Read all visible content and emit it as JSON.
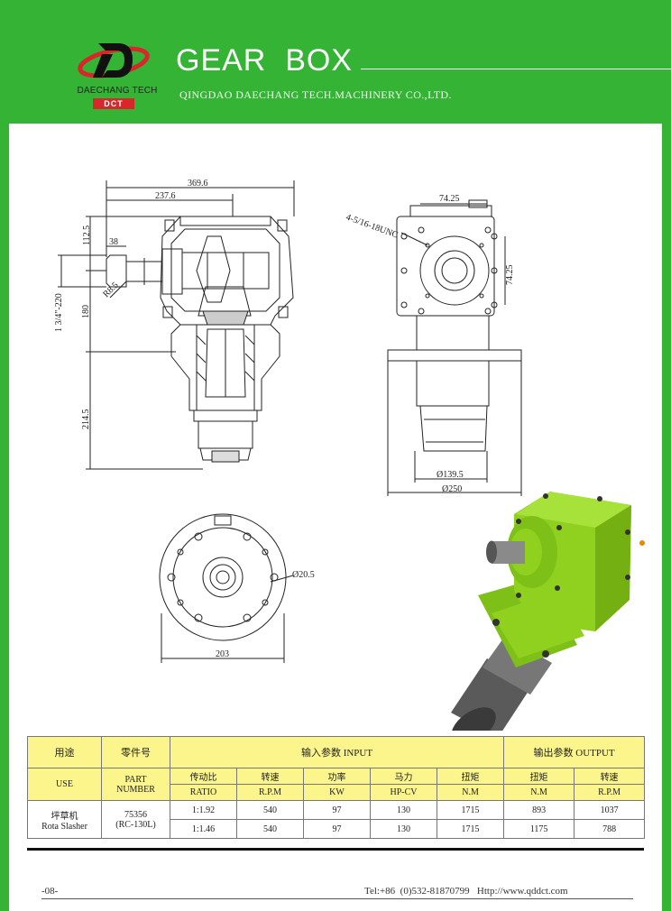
{
  "header": {
    "title": "GEAR  BOX",
    "subtitle": "QINGDAO DAECHANG TECH.MACHINERY CO.,LTD.",
    "logo_name": "DAECHANG TECH",
    "logo_badge": "DCT",
    "bg_color": "#35b335"
  },
  "drawing": {
    "dims": {
      "d369": "369.6",
      "d237": "237.6",
      "d38": "38",
      "d112": "112.5",
      "r85": "R8.5",
      "shaft": "1 3/4\"-220",
      "d180": "180",
      "d214": "214.5",
      "d7425a": "74.25",
      "d7425b": "74.25",
      "bolt": "4-5/16-18UNC",
      "d1395": "Ø139.5",
      "d250": "Ø250",
      "d205": "Ø20.5",
      "d203": "203"
    },
    "product_color": "#8fd11e"
  },
  "table": {
    "use_cn": "用途",
    "part_cn": "零件号",
    "input_hdr": "输入参数 INPUT",
    "output_hdr": "输出参数 OUTPUT",
    "use_en": "USE",
    "part_en_1": "PART",
    "part_en_2": "NUMBER",
    "cols": [
      {
        "cn": "传动比",
        "en": "RATIO"
      },
      {
        "cn": "转速",
        "en": "R.P.M"
      },
      {
        "cn": "功率",
        "en": "KW"
      },
      {
        "cn": "马力",
        "en": "HP-CV"
      },
      {
        "cn": "扭矩",
        "en": "N.M"
      },
      {
        "cn": "扭矩",
        "en": "N.M"
      },
      {
        "cn": "转速",
        "en": "R.P.M"
      }
    ],
    "use_val_cn": "坪草机",
    "use_val_en": "Rota Slasher",
    "part_val_1": "75356",
    "part_val_2": "(RC-130L)",
    "rows": [
      [
        "1:1.92",
        "540",
        "97",
        "130",
        "1715",
        "893",
        "1037"
      ],
      [
        "1:1.46",
        "540",
        "97",
        "130",
        "1715",
        "1175",
        "788"
      ]
    ]
  },
  "footer": {
    "page": "-08-",
    "contact": "Tel:+86  (0)532-81870799   Http://www.qddct.com"
  }
}
